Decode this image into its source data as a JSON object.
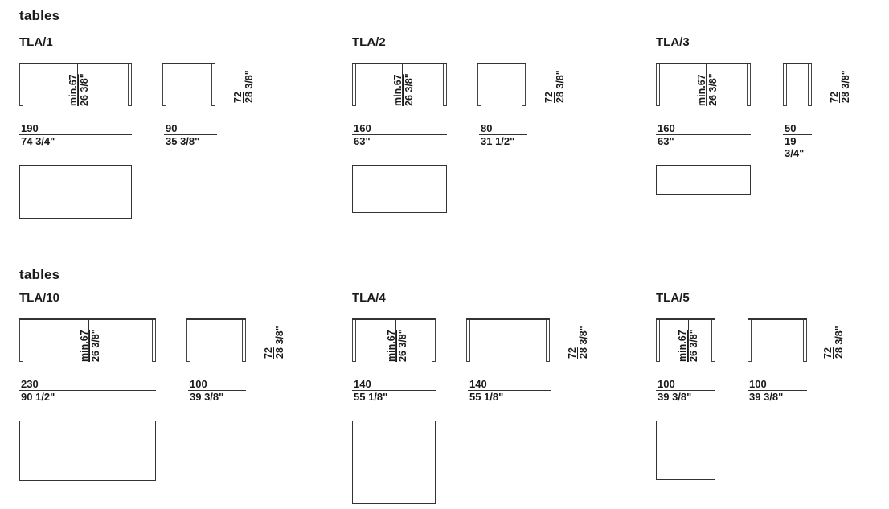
{
  "sections": [
    {
      "title": "tables",
      "tables": [
        {
          "model": "TLA/1",
          "min_height": "min.67",
          "min_height_in": "26 3/8\"",
          "height": "72",
          "height_in": "28 3/8\"",
          "length_cm": "190",
          "length_in": "74 3/4\"",
          "width_cm": "90",
          "width_in": "35 3/8\""
        },
        {
          "model": "TLA/2",
          "min_height": "min.67",
          "min_height_in": "26 3/8\"",
          "height": "72",
          "height_in": "28 3/8\"",
          "length_cm": "160",
          "length_in": "63\"",
          "width_cm": "80",
          "width_in": "31 1/2\""
        },
        {
          "model": "TLA/3",
          "min_height": "min.67",
          "min_height_in": "26 3/8\"",
          "height": "72",
          "height_in": "28 3/8\"",
          "length_cm": "160",
          "length_in": "63\"",
          "width_cm": "50",
          "width_in": "19 3/4\""
        }
      ]
    },
    {
      "title": "tables",
      "tables": [
        {
          "model": "TLA/10",
          "min_height": "min.67",
          "min_height_in": "26 3/8\"",
          "height": "72",
          "height_in": "28 3/8\"",
          "length_cm": "230",
          "length_in": "90 1/2\"",
          "width_cm": "100",
          "width_in": "39 3/8\""
        },
        {
          "model": "TLA/4",
          "min_height": "min.67",
          "min_height_in": "26 3/8\"",
          "height": "72",
          "height_in": "28 3/8\"",
          "length_cm": "140",
          "length_in": "55 1/8\"",
          "width_cm": "140",
          "width_in": "55 1/8\""
        },
        {
          "model": "TLA/5",
          "min_height": "min.67",
          "min_height_in": "26 3/8\"",
          "height": "72",
          "height_in": "28 3/8\"",
          "length_cm": "100",
          "length_in": "39 3/8\"",
          "width_cm": "100",
          "width_in": "39 3/8\""
        }
      ]
    }
  ]
}
